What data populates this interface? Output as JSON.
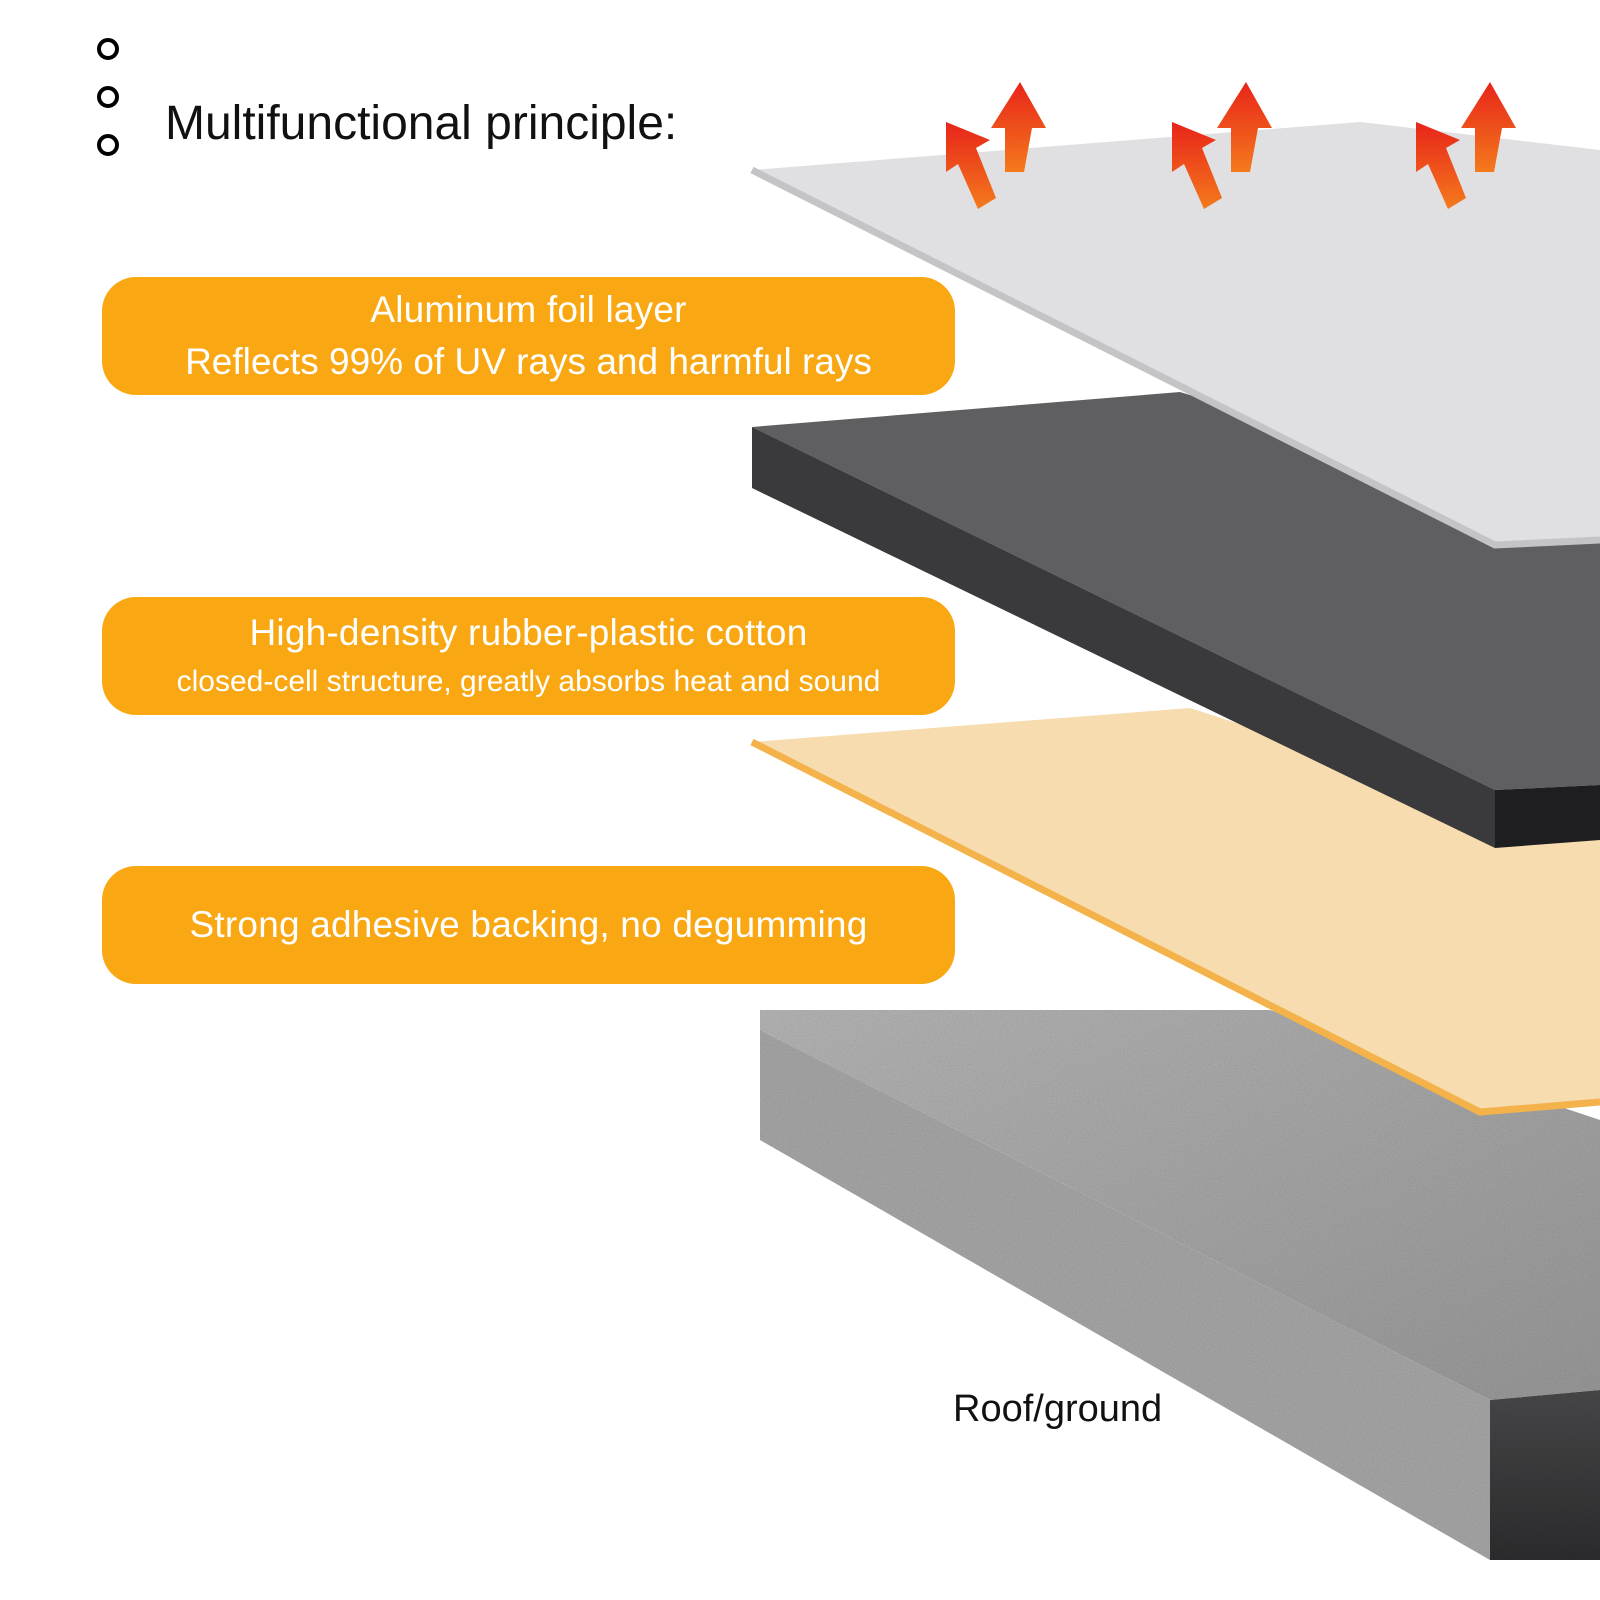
{
  "header": {
    "title": "Multifunctional principle:"
  },
  "layers": [
    {
      "title": "Aluminum foil layer",
      "description": "Reflects 99% of UV rays and harmful rays"
    },
    {
      "title": "High-density rubber-plastic cotton",
      "description": "closed-cell structure, greatly absorbs heat and sound"
    },
    {
      "title": "Strong adhesive backing, no degumming"
    }
  ],
  "base": {
    "label": "Roof/ground"
  },
  "colors": {
    "pill": "#f9a814",
    "foil": "#dedee0",
    "foam": "#5e5d5f",
    "adhesive": "#f7dcb0",
    "adhesive_edge": "#f4b24a",
    "base": "#a4a4a4",
    "arrow_red": "#e8241a",
    "arrow_orange": "#f26a1b"
  },
  "icons": [
    "heat-arrow-icon",
    "list-dot-icon"
  ]
}
